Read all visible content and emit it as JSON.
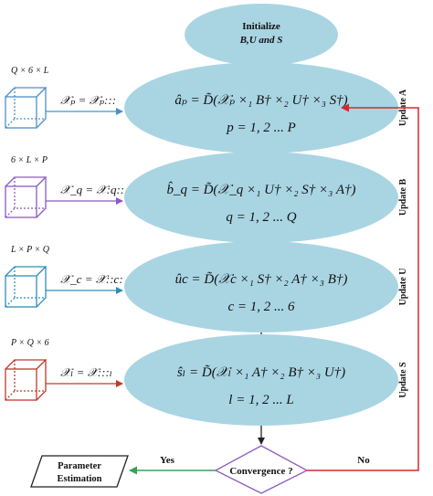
{
  "start": {
    "line1": "Initialize",
    "line2": "B,U and S"
  },
  "stages": [
    {
      "tensor_size": "Q × 6 × L",
      "unfold": "𝒳ₚ = 𝒳ₚ:::",
      "formula": "âₚ = D̃(𝒳ₚ ×₁ B† ×₂ U† ×₃ S†)",
      "range": "p = 1, 2 ... P",
      "update_label": "Update A",
      "cube_color": "#4a90c8"
    },
    {
      "tensor_size": "6 × L × P",
      "unfold": "𝒳_q = 𝒳:q::",
      "formula": "b̂_q = D̃(𝒳_q ×₁ U† ×₂ S† ×₃ A†)",
      "range": "q = 1, 2 ... Q",
      "update_label": "Update B",
      "cube_color": "#8a5bc2"
    },
    {
      "tensor_size": "L × P × Q",
      "unfold": "𝒳_c = 𝒳::c:",
      "formula": "ûc = D̃(𝒳c ×₁ S† ×₂ A† ×₃ B†)",
      "range": "c = 1, 2 ... 6",
      "update_label": "Update U",
      "cube_color": "#2f8fb8"
    },
    {
      "tensor_size": "P × Q × 6",
      "unfold": "𝒳ₗ = 𝒳:::ₗ",
      "formula": "ŝₗ = D̃(𝒳ₗ ×₁ A† ×₂ B† ×₃ U†)",
      "range": "l = 1, 2 ... L",
      "update_label": "Update S",
      "cube_color": "#c0392b"
    }
  ],
  "decision": {
    "label": "Convergence ?"
  },
  "yes_label": "Yes",
  "no_label": "No",
  "output": {
    "line1": "Parameter",
    "line2": "Estimation"
  },
  "colors": {
    "ellipse_fill": "#a9d5e3",
    "yes_arrow": "#3aa05a",
    "no_arrow": "#d9262e",
    "decision_stroke": "#8a5bc2"
  }
}
